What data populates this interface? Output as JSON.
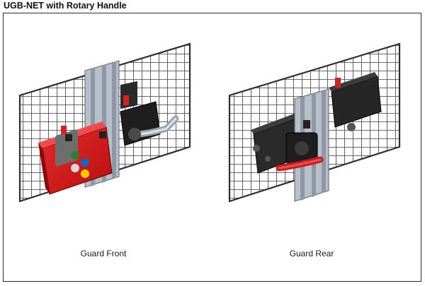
{
  "title": "UGB-NET with Rotary Handle",
  "figures": [
    {
      "caption": "Guard Front"
    },
    {
      "caption": "Guard Rear"
    }
  ],
  "colors": {
    "mesh": "#3b3b3b",
    "post": "#b5bcc8",
    "housing_red": "#d11a1a",
    "handle_black": "#1e1e1e",
    "handle_red": "#d42020"
  }
}
